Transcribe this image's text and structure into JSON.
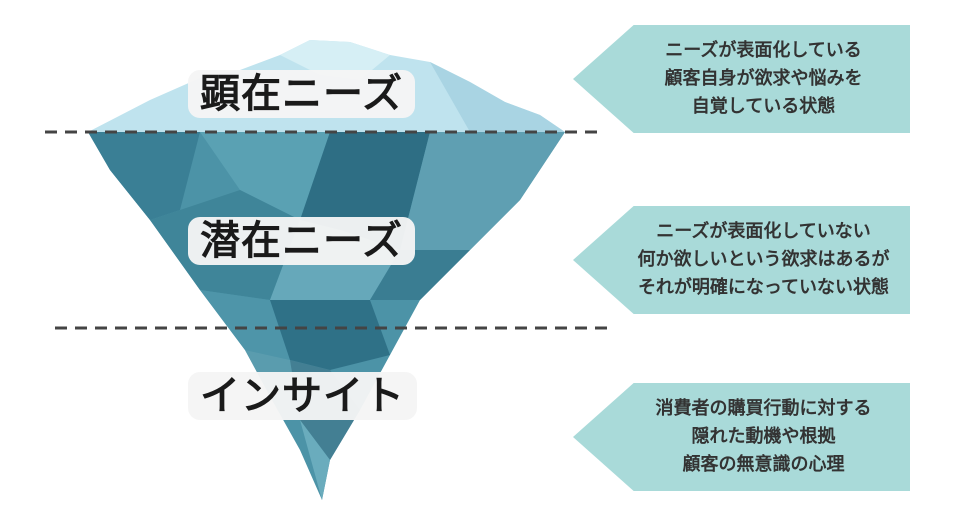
{
  "levels": [
    {
      "label": "顕在ニーズ",
      "description": [
        "ニーズが表面化している",
        "顧客自身が欲求や悩みを",
        "自覚している状態"
      ]
    },
    {
      "label": "潜在ニーズ",
      "description": [
        "ニーズが表面化していない",
        "何か欲しいという欲求はあるが",
        "それが明確になっていない状態"
      ]
    },
    {
      "label": "インサイト",
      "description": [
        "消費者の購買行動に対する",
        "隠れた動機や根拠",
        "顧客の無意識の心理"
      ]
    }
  ],
  "colors": {
    "ice_top": "#bfe3ee",
    "ice_top_highlight": "#d6eff5",
    "ice_body": "#4c93a7",
    "ice_body_dark": "#2e6e84",
    "callout_bg": "#a9dad9",
    "divider": "#444444"
  }
}
